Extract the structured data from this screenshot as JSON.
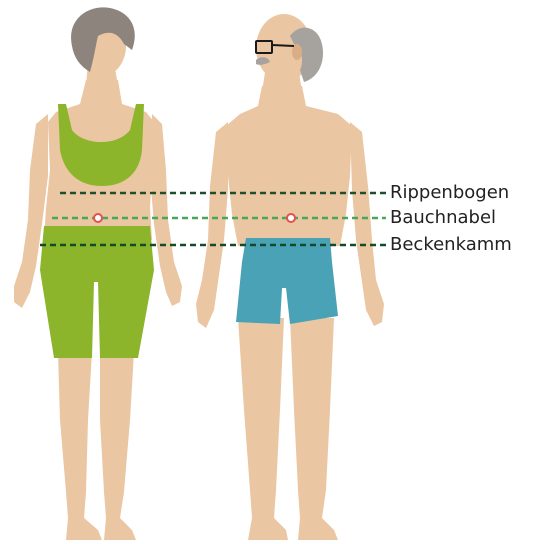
{
  "labels": {
    "rib": "Rippenbogen",
    "navel": "Bauchnabel",
    "pelvis": "Beckenkamm"
  },
  "colors": {
    "skin": "#ebc6a2",
    "skin_shadow": "#d9ad86",
    "hair_woman": "#8d847e",
    "hair_man": "#a6a29d",
    "woman_clothes": "#8cb52b",
    "man_shorts": "#4aa2b6",
    "rib_line": "#1f4e2c",
    "navel_line": "#48a85a",
    "pelvis_line": "#124a2a",
    "navel_marker": "#e3504f",
    "glasses": "#1a1a1a"
  }
}
